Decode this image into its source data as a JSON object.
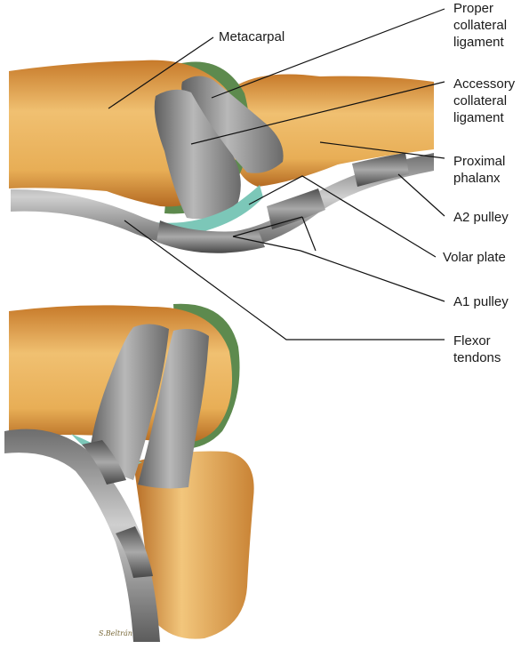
{
  "labels": {
    "metacarpal": "Metacarpal",
    "proper_collateral_ligament": [
      "Proper",
      "collateral",
      "ligament"
    ],
    "accessory_collateral_ligament": [
      "Accessory",
      "collateral",
      "ligament"
    ],
    "proximal_phalanx": [
      "Proximal",
      "phalanx"
    ],
    "a2_pulley": "A2 pulley",
    "volar_plate": "Volar plate",
    "a1_pulley": "A1 pulley",
    "flexor_tendons": [
      "Flexor",
      "tendons"
    ]
  },
  "signature": "S.Beltrán",
  "colors": {
    "bone_light": "#f2c47a",
    "bone_mid": "#d9953a",
    "bone_dark": "#a8611c",
    "cartilage": "#5d8a4e",
    "ligament": "#8c8c8c",
    "tendon": "#9a9a9a",
    "volar_plate": "#7cc7b8",
    "leader_line": "#111111"
  }
}
